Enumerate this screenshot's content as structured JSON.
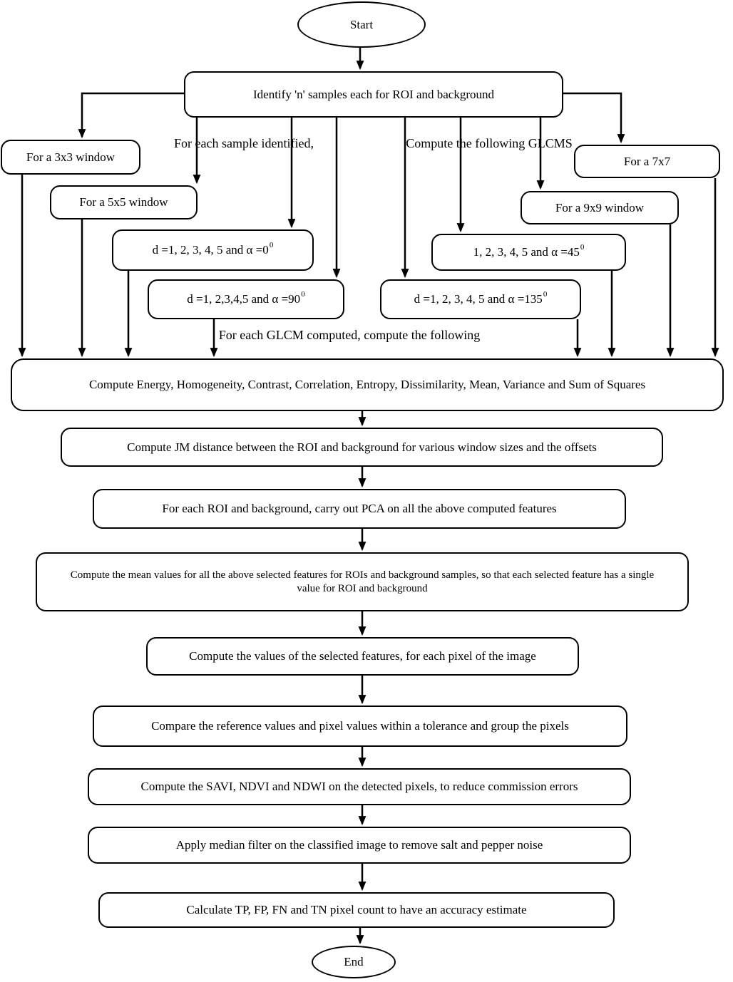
{
  "colors": {
    "line": "#000000",
    "background": "#ffffff",
    "text": "#000000"
  },
  "flowchart": {
    "terminators": {
      "start": "Start",
      "end": "End"
    },
    "identify": "Identify 'n' samples each for ROI and background",
    "labels": {
      "sample": "For each sample identified,",
      "glcms": "Compute the following GLCMS",
      "glcm_computed": "For each GLCM computed, compute the following"
    },
    "windows": {
      "w3": "For a 3x3 window",
      "w5": "For a 5x5 window",
      "w7": "For a 7x7",
      "w9": "For a 9x9 window"
    },
    "offsets": {
      "d0": {
        "text": "d =1, 2, 3, 4, 5 and α =0",
        "sup": "0"
      },
      "d45": {
        "text": "1, 2, 3, 4, 5 and α =45",
        "sup": "0"
      },
      "d90": {
        "text": "d =1, 2,3,4,5 and α =90",
        "sup": "0"
      },
      "d135": {
        "text": "d =1, 2, 3, 4, 5 and α =135",
        "sup": "0"
      }
    },
    "steps": {
      "features": "Compute Energy, Homogeneity, Contrast, Correlation, Entropy, Dissimilarity, Mean, Variance and Sum of Squares",
      "jm": "Compute JM distance between the ROI and background for various window sizes and the offsets",
      "pca": "For each ROI and background, carry out PCA on all the above computed features",
      "mean": "Compute the mean values for all the above selected features for ROIs and background samples, so that each selected feature has a single value for ROI and background",
      "pixel": "Compute the values of the selected features, for each pixel of the image",
      "compare": "Compare the reference values and pixel values within a tolerance and group the pixels",
      "savi": "Compute the SAVI, NDVI and NDWI on the detected pixels, to reduce commission errors",
      "median": "Apply median filter on the classified image to remove salt and pepper noise",
      "accuracy": "Calculate TP, FP, FN and TN pixel count to have an accuracy estimate"
    }
  }
}
